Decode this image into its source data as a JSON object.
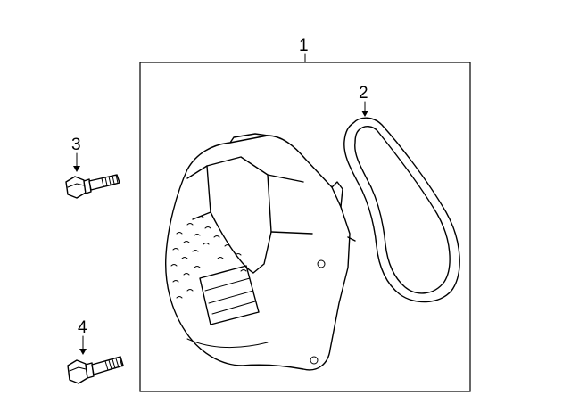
{
  "callouts": {
    "assembly": "1",
    "gasket": "2",
    "bolt_short": "3",
    "bolt_long": "4"
  },
  "colors": {
    "line": "#000000",
    "background": "#ffffff"
  }
}
